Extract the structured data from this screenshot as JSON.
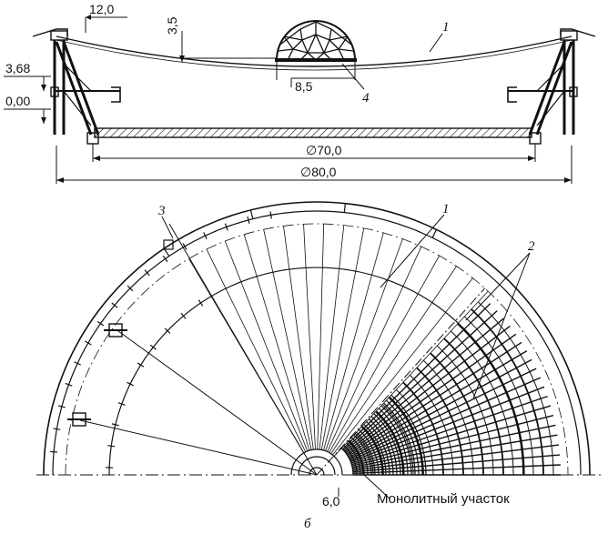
{
  "elevation": {
    "dims": {
      "cable_sag": "12,0",
      "dome_rise": "3,5",
      "dome_width": "8,5",
      "top_level": "3,68",
      "zero_level": "0,00",
      "inner_diameter": "∅70,0",
      "outer_diameter": "∅80,0"
    },
    "callouts": {
      "cable_net": "1",
      "dome": "4"
    }
  },
  "plan": {
    "callouts": {
      "radial_cables": "1",
      "grid": "2",
      "ring": "3"
    },
    "center_dim": "6,0",
    "monolith_label": "Монолитный участок",
    "caption": "б"
  }
}
